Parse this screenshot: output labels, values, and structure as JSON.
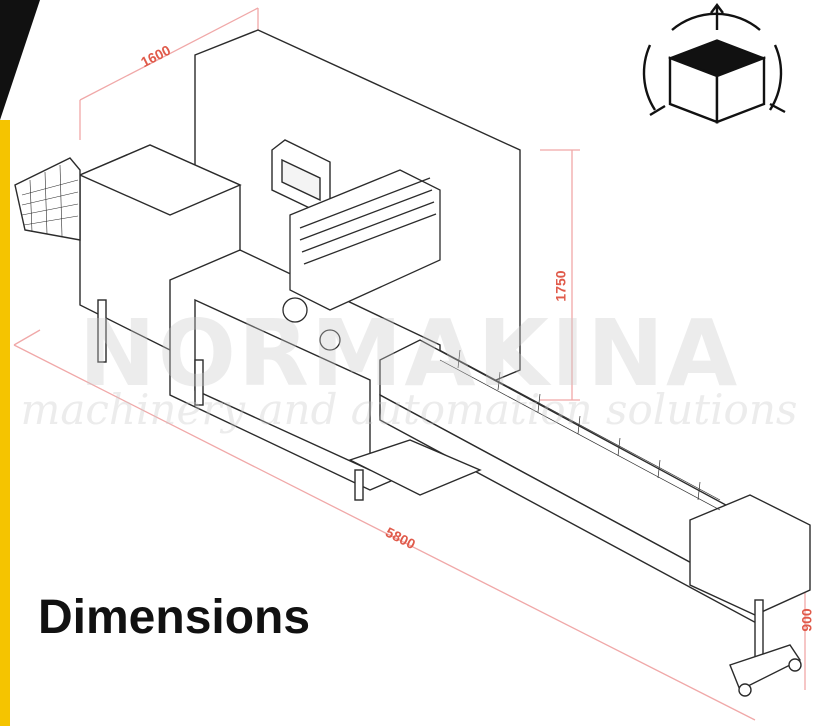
{
  "heading": "Dimensions",
  "dimensions": {
    "depth": "1600",
    "height": "1750",
    "length": "5800",
    "working_height": "900"
  },
  "watermark": {
    "brand": "NORMAKINA",
    "tagline": "machinery and automation solutions"
  },
  "colors": {
    "accent": "#f5c400",
    "dimension_line": "#f0a8a8",
    "dimension_text": "#e05a4a",
    "outline": "#2b2b2b",
    "corner": "#111111"
  },
  "icons": [
    "cube-rotate-icon"
  ]
}
